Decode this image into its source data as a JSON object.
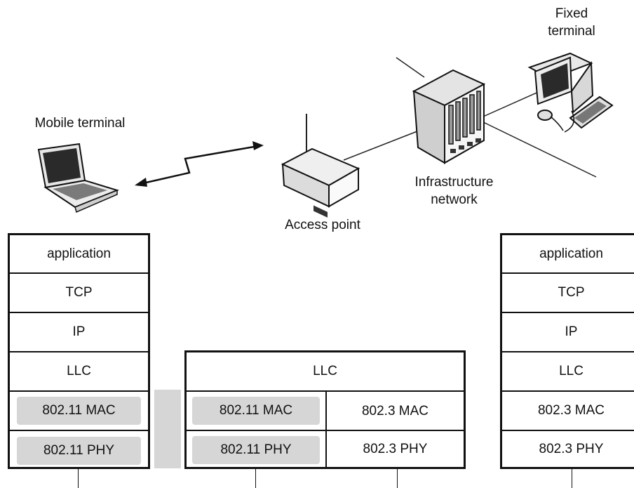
{
  "labels": {
    "mobile_terminal": "Mobile terminal",
    "access_point": "Access point",
    "infrastructure_network": [
      "Infrastructure",
      "network"
    ],
    "fixed_terminal": [
      "Fixed",
      "terminal"
    ]
  },
  "stacks": {
    "mobile": [
      "application",
      "TCP",
      "IP",
      "LLC",
      "802.11 MAC",
      "802.11 PHY"
    ],
    "access_point": {
      "llc": "LLC",
      "wireless": [
        "802.11 MAC",
        "802.11 PHY"
      ],
      "wired": [
        "802.3 MAC",
        "802.3 PHY"
      ]
    },
    "fixed": [
      "application",
      "TCP",
      "IP",
      "LLC",
      "802.3 MAC",
      "802.3 PHY"
    ]
  },
  "icons": {
    "mobile": "laptop-icon",
    "access_point": "access-point-icon",
    "infrastructure": "server-rack-icon",
    "fixed": "desktop-computer-icon",
    "link": "wireless-link-icon"
  },
  "colors": {
    "shaded": "#d6d6d6",
    "line": "#111111"
  }
}
